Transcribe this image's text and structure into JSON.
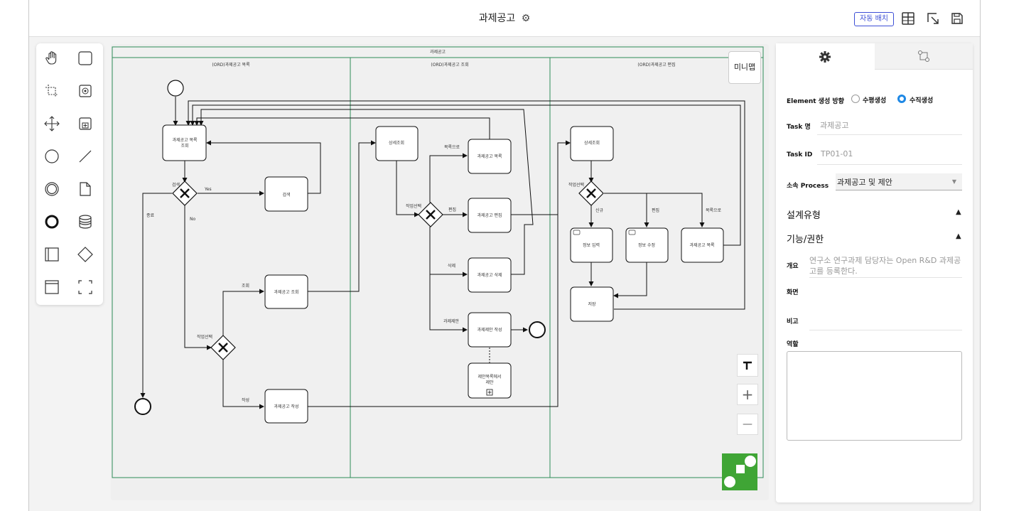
{
  "header": {
    "title": "과제공고",
    "auto_layout_label": "자동 배치"
  },
  "canvas": {
    "minimap_label": "미니맵",
    "pool_title": "과제공고",
    "lanes": [
      "(ORD)과제공고 목록",
      "(ORD)과제공고 조회",
      "(ORD)과제공고 편집"
    ],
    "tasks": {
      "list_view": "과제공고 목록\n조회",
      "search": "검색",
      "view": "과제공고 조회",
      "write": "과제공고 작성",
      "detail1": "상세조회",
      "list2": "과제공고 목록",
      "edit": "과제공고 편집",
      "delete": "과제공고 삭제",
      "propose": "과제제안 작성",
      "sub": "제안목록에서\n제안",
      "detail2": "상세조회",
      "input": "정보 입력",
      "modify": "정보 수정",
      "list3": "과제공고 목록",
      "save": "저장"
    },
    "labels": {
      "search": "검색",
      "yes": "Yes",
      "no": "No",
      "end": "종료",
      "view": "조회",
      "select1": "작업선택",
      "write": "작성",
      "to_list": "목록으로",
      "select2": "작업선택",
      "edit": "편집",
      "delete": "삭제",
      "propose": "과제제안",
      "select3": "작업선택",
      "new": "신규",
      "edit2": "편집",
      "to_list2": "목록으로"
    },
    "zoom_in": "+",
    "zoom_out": "—"
  },
  "panel": {
    "direction_label": "Element 생성 방향",
    "direction_options": [
      "수평생성",
      "수직생성"
    ],
    "direction_selected": "수직생성",
    "task_name_label": "Task 명",
    "task_name_value": "과제공고",
    "task_id_label": "Task ID",
    "task_id_value": "TP01-01",
    "process_label": "소속 Process",
    "process_value": "과제공고 및 제안",
    "section_design": "설계유형",
    "section_func": "기능/권한",
    "overview_label": "개요",
    "overview_value": "연구소 연구과제 담당자는 Open R&D 과제공고를 등록한다.",
    "screen_label": "화면",
    "note_label": "비고",
    "role_label": "역할"
  }
}
